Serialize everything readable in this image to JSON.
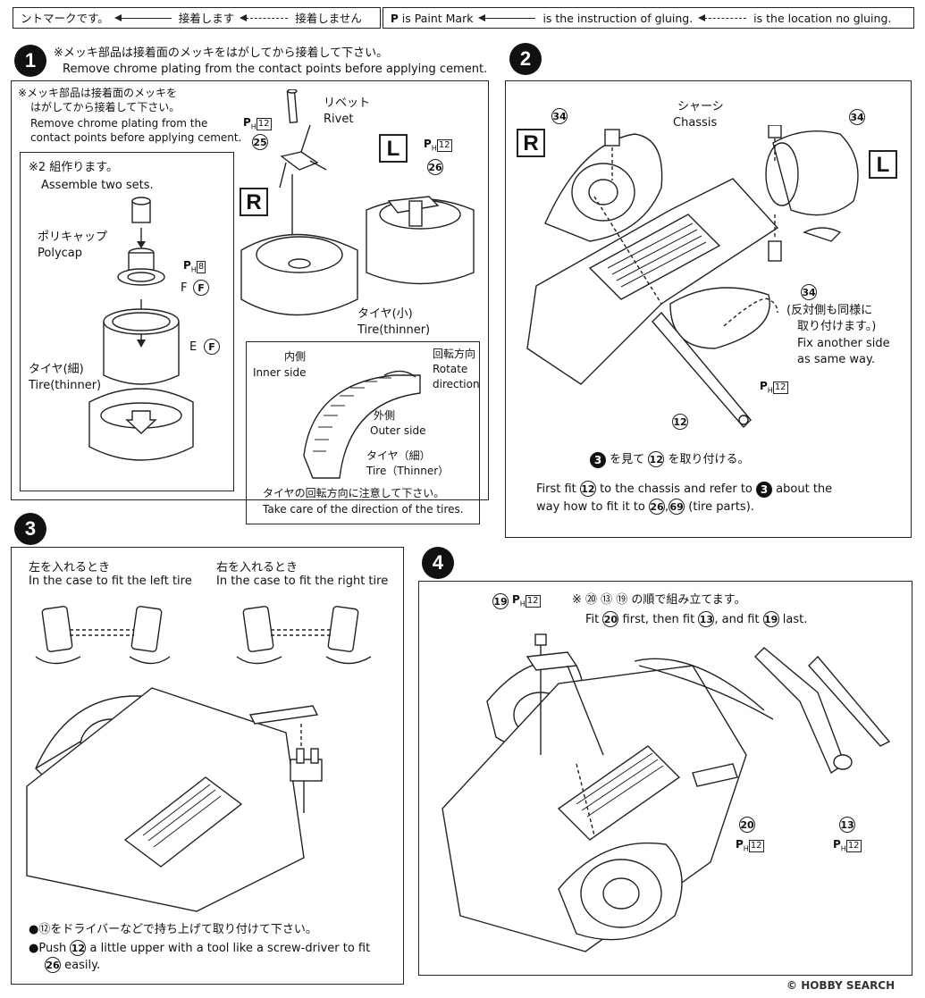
{
  "header_jp": {
    "prefix": "ントマークです。",
    "glue": "接着します",
    "noglue": "接着しません"
  },
  "header_en": {
    "paint": "is Paint Mark",
    "glue": "is the instruction of gluing.",
    "noglue": "is the location no gluing."
  },
  "step1": {
    "num": "1",
    "note_jp": "※メッキ部品は接着面のメッキをはがしてから接着して下さい。",
    "note_en": "Remove chrome plating from the contact points before applying cement.",
    "inner_note_jp1": "※メッキ部品は接着面のメッキを",
    "inner_note_jp2": "はがしてから接着して下さい。",
    "inner_note_en1": "Remove chrome plating from the",
    "inner_note_en2": "contact points before applying cement.",
    "assemble_jp": "※2 組作ります。",
    "assemble_en": "Assemble two sets.",
    "polycap_jp": "ポリキャップ",
    "polycap_en": "Polycap",
    "p8": "8",
    "f_label": "F",
    "e_label": "E",
    "tire_jp": "タイヤ(細)",
    "tire_en": "Tire(thinner)",
    "rivet_jp": "リベット",
    "rivet_en": "Rivet",
    "p12": "12",
    "part25": "25",
    "part26": "26",
    "R": "R",
    "L": "L",
    "tire_small_jp": "タイヤ(小)",
    "tire_small_en": "Tire(thinner)",
    "inner_side_jp": "内側",
    "inner_side_en": "Inner side",
    "rotate_jp": "回転方向",
    "rotate_en1": "Rotate",
    "rotate_en2": "direction",
    "outer_jp": "外側",
    "outer_en": "Outer side",
    "tire_thin_jp": "タイヤ（細）",
    "tire_thin_en": "Tire（Thinner）",
    "dir_note_jp": "タイヤの回転方向に注意して下さい。",
    "dir_note_en": "Take care of the direction of the tires."
  },
  "step2": {
    "num": "2",
    "chassis_jp": "シャーシ",
    "chassis_en": "Chassis",
    "part34": "34",
    "R": "R",
    "L": "L",
    "other_jp1": "(反対側も同様に",
    "other_jp2": "取り付けます。)",
    "other_en1": "Fix another side",
    "other_en2": "as same way.",
    "p12": "12",
    "part12": "12",
    "ref_jp_a": "を見て",
    "ref_jp_b": "を取り付ける。",
    "ref_num3": "3",
    "first_en_a": "First fit",
    "first_en_b": "to the chassis and refer to",
    "first_en_c": "about the",
    "first_en_d": "way how to fit it to",
    "first_en_e": "(tire parts).",
    "part26": "26",
    "part69": "69"
  },
  "step3": {
    "num": "3",
    "left_jp": "左を入れるとき",
    "left_en": "In the case to fit the left tire",
    "right_jp": "右を入れるとき",
    "right_en": "In the case to fit the right tire",
    "note1_jp": "●⑫をドライバーなどで持ち上げて取り付けて下さい。",
    "note2_en_a": "●Push",
    "note2_en_b": "a little upper with a tool like a screw-driver to fit",
    "note2_en_c": "easily.",
    "part12": "12",
    "part26": "26"
  },
  "step4": {
    "num": "4",
    "order_jp": "※ ⑳ ⑬ ⑲ の順で組み立てます。",
    "order_en_a": "Fit",
    "order_en_b": "first, then fit",
    "order_en_c": ", and fit",
    "order_en_d": "last.",
    "part19": "19",
    "part20": "20",
    "part13": "13",
    "p12": "12"
  },
  "watermark": {
    "brand": "HOBBY SEARCH",
    "copyright": "©"
  }
}
